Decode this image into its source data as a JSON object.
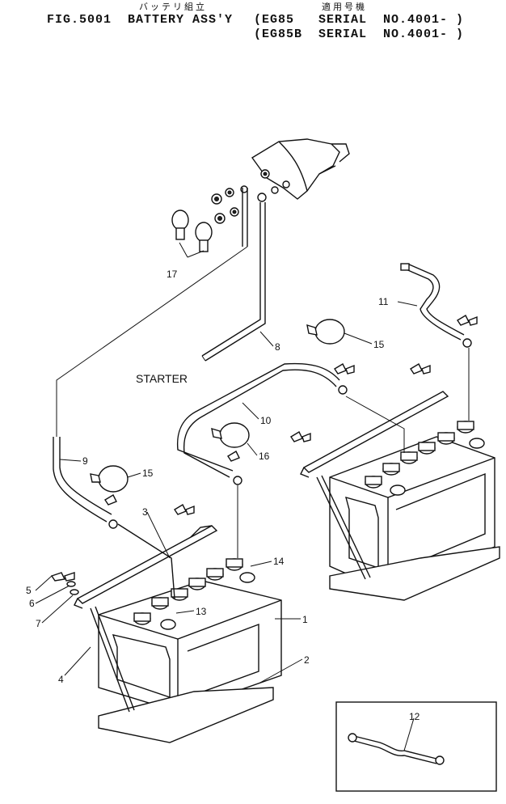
{
  "header": {
    "jp_title": "バッテリ組立",
    "jp_applicable": "適用号機",
    "fig": "FIG.5001",
    "title": "BATTERY ASS'Y",
    "serial_1": "(EG85   SERIAL  NO.4001- )",
    "serial_2": "(EG85B  SERIAL  NO.4001- )"
  },
  "diagram": {
    "starter_label": "STARTER",
    "callouts": [
      "1",
      "2",
      "3",
      "4",
      "5",
      "6",
      "7",
      "8",
      "9",
      "10",
      "11",
      "12",
      "13",
      "14",
      "15",
      "15",
      "16",
      "17"
    ]
  }
}
